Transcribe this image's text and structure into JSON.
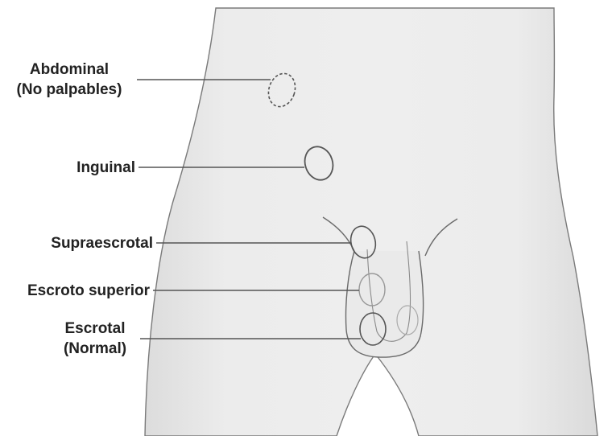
{
  "diagram": {
    "labels": {
      "abdominal": {
        "line1": "Abdominal",
        "line2": "(No palpables)"
      },
      "inguinal": {
        "line1": "Inguinal"
      },
      "supraescrotal": {
        "line1": "Supraescrotal"
      },
      "escroto_superior": {
        "line1": "Escroto superior"
      },
      "escrotal": {
        "line1": "Escrotal",
        "line2": "(Normal)"
      }
    },
    "colors": {
      "body_fill": "#ebebeb",
      "outline": "#5a5a5a",
      "text": "#222222",
      "leader_line": "#555555"
    }
  }
}
